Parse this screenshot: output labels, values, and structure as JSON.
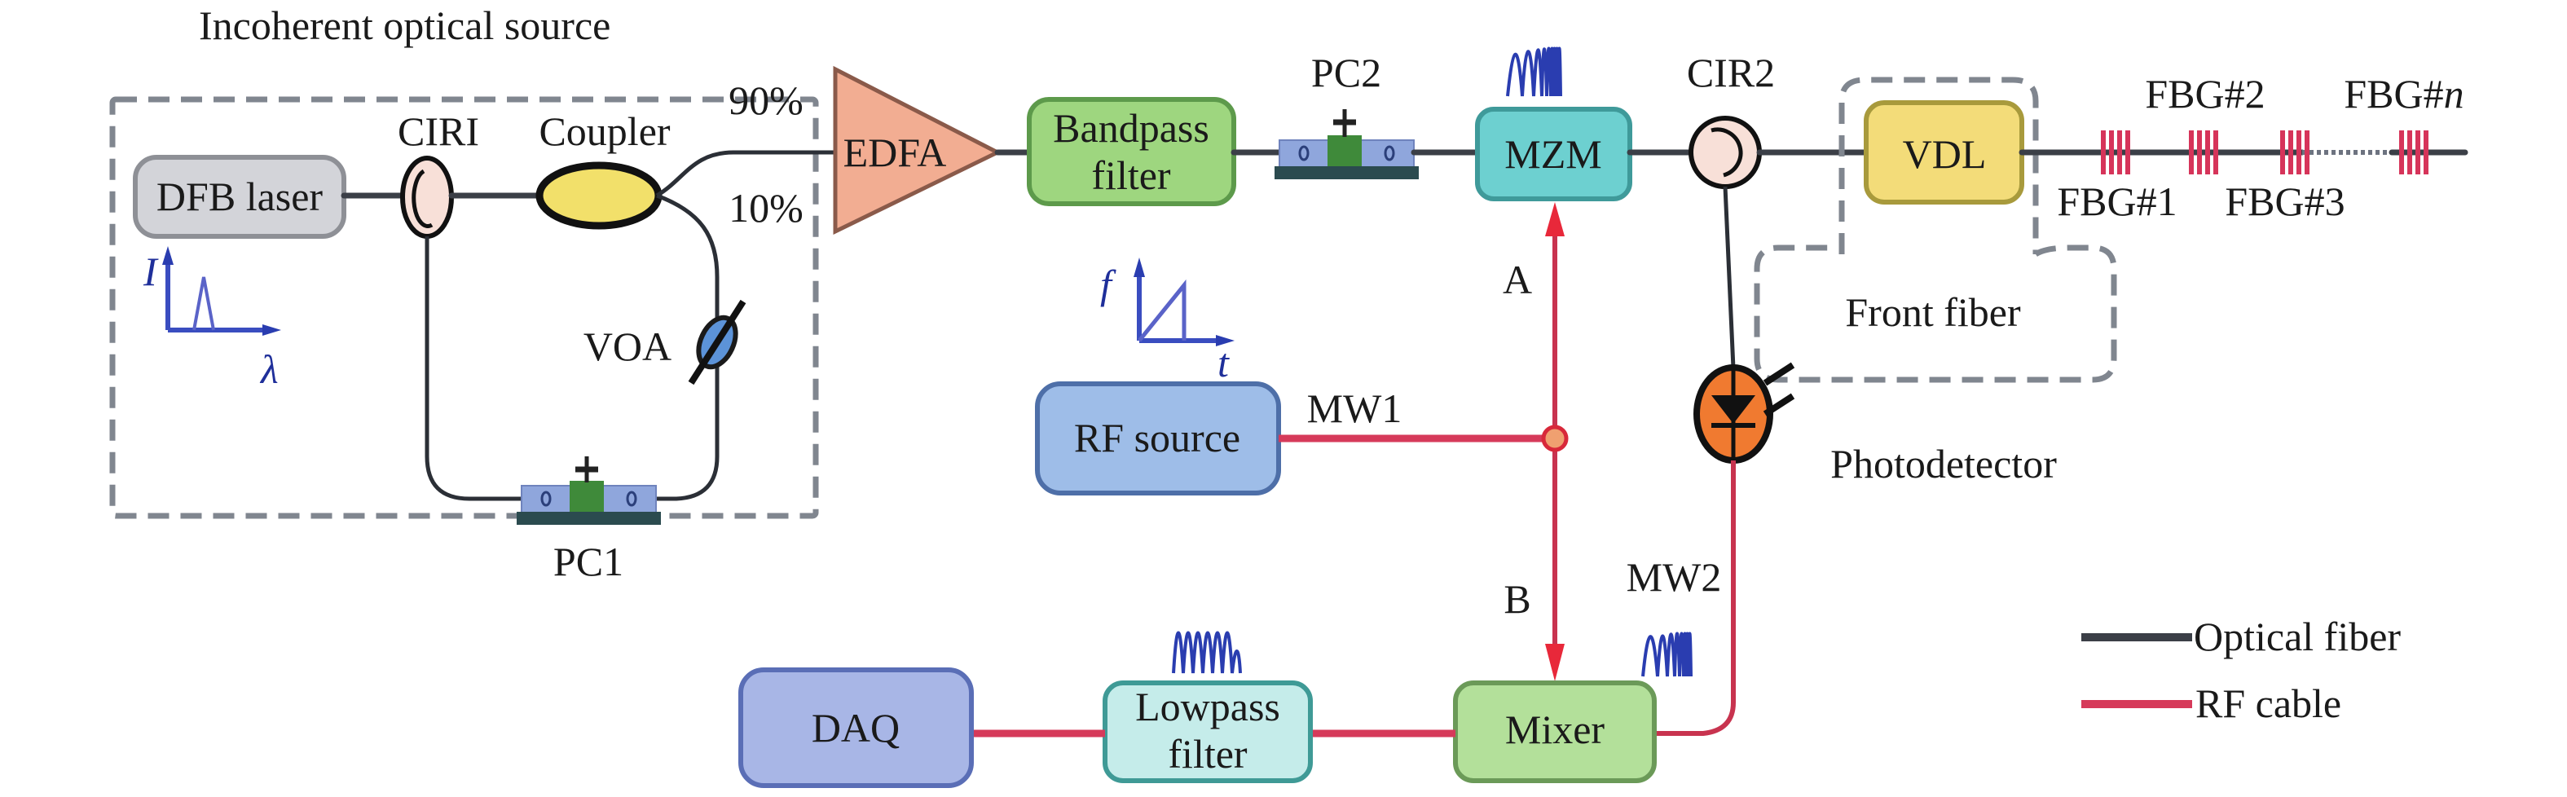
{
  "figure": {
    "source_group_label": "Incoherent optical source",
    "components": {
      "dfb_laser": "DFB laser",
      "circulator1": "CIRI",
      "coupler": "Coupler",
      "split_90": "90%",
      "split_10": "10%",
      "voa": "VOA",
      "pc1": "PC1",
      "edfa": "EDFA",
      "bandpass_line1": "Bandpass",
      "bandpass_line2": "filter",
      "pc2": "PC2",
      "mzm": "MZM",
      "circulator2": "CIR2",
      "vdl": "VDL",
      "front_fiber": "Front fiber",
      "fbg1": "FBG#1",
      "fbg2": "FBG#2",
      "fbg3": "FBG#3",
      "fbgn_prefix": "FBG#",
      "fbgn_suffix": "n",
      "rf_source": "RF source",
      "mw1": "MW1",
      "mw2": "MW2",
      "path_a": "A",
      "path_b": "B",
      "photodetector": "Photodetector",
      "mixer": "Mixer",
      "lowpass_line1": "Lowpass",
      "lowpass_line2": "filter",
      "daq": "DAQ"
    },
    "insets": {
      "spectrum_y_axis": "I",
      "spectrum_x_axis": "λ",
      "chirp_y_axis": "f",
      "chirp_x_axis": "t"
    },
    "legend": [
      {
        "label": "Optical fiber",
        "color": "#3b3f47"
      },
      {
        "label": "RF cable",
        "color": "#d63a5a"
      }
    ],
    "colors": {
      "dfb_fill": "#d3d4d9",
      "edfa_fill": "#f2ad92",
      "bandpass_fill": "#9ed67f",
      "mzm_fill": "#6dd0d0",
      "vdl_fill": "#f3dc79",
      "rf_source_fill": "#9ebde8",
      "daq_fill": "#a8b6e6",
      "lowpass_fill": "#c5ecea",
      "mixer_fill": "#b3e09a",
      "photodetector_fill": "#f07a30",
      "coupler_fill": "#f2e06a",
      "circulator_fill": "#f8e0d8"
    }
  }
}
